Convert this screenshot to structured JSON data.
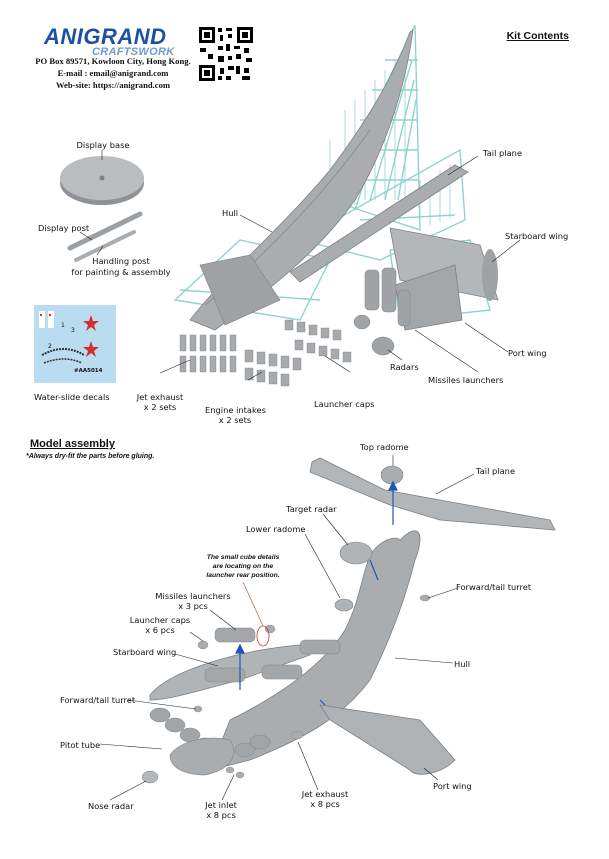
{
  "header": {
    "brand": "ANIGRAND",
    "brand_sub": "CRAFTSWORK",
    "address": "PO Box 89571, Kowloon City, Hong Kong.",
    "email": "E-mail : email@anigrand.com",
    "website": "Web-site: https://anigrand.com"
  },
  "kit_contents": {
    "title": "Kit Contents",
    "labels": {
      "display_base": "Display base",
      "display_post": "Display post",
      "handling_post_1": "Handling post",
      "handling_post_2": "for painting & assembly",
      "water_slide_decals": "Water-slide decals",
      "hull": "Hull",
      "tail_plane": "Tail plane",
      "starboard_wing": "Starboard wing",
      "port_wing": "Port wing",
      "missiles_launchers": "Missiles launchers",
      "radars": "Radars",
      "launcher_caps": "Launcher caps",
      "engine_intakes_1": "Engine intakes",
      "engine_intakes_2": "x 2 sets",
      "jet_exhaust_1": "Jet exhaust",
      "jet_exhaust_2": "x 2 sets"
    },
    "decal_code": "#AA5014"
  },
  "model_assembly": {
    "title": "Model assembly",
    "note": "*Always dry-fit the parts before gluing.",
    "callout_lines": [
      "The small cube details",
      "are locating on the",
      "launcher rear position."
    ],
    "labels": {
      "top_radome": "Top radome",
      "tail_plane": "Tail plane",
      "target_radar": "Target radar",
      "lower_radome": "Lower radome",
      "forward_tail_turret_right": "Forward/tail turret",
      "missiles_launchers_1": "Missiles launchers",
      "missiles_launchers_2": "x 3 pcs",
      "launcher_caps_1": "Launcher caps",
      "launcher_caps_2": "x 6 pcs",
      "starboard_wing": "Starboard wing",
      "hull": "Hull",
      "forward_tail_turret_left": "Forward/tail turret",
      "pitot_tube": "Pitot tube",
      "nose_radar": "Nose radar",
      "jet_inlet_1": "Jet inlet",
      "jet_inlet_2": "x 8 pcs",
      "jet_exhaust_1": "Jet exhaust",
      "jet_exhaust_2": "x 8 pcs",
      "port_wing": "Port wing"
    }
  },
  "colors": {
    "brand_blue": "#1d4fa3",
    "sprue_teal": "#8fd3cf",
    "part_grey": "#a9adb0",
    "decal_bg": "#b9dcf1",
    "arrow_blue": "#1f57b8",
    "callout_red": "#c0392b"
  }
}
